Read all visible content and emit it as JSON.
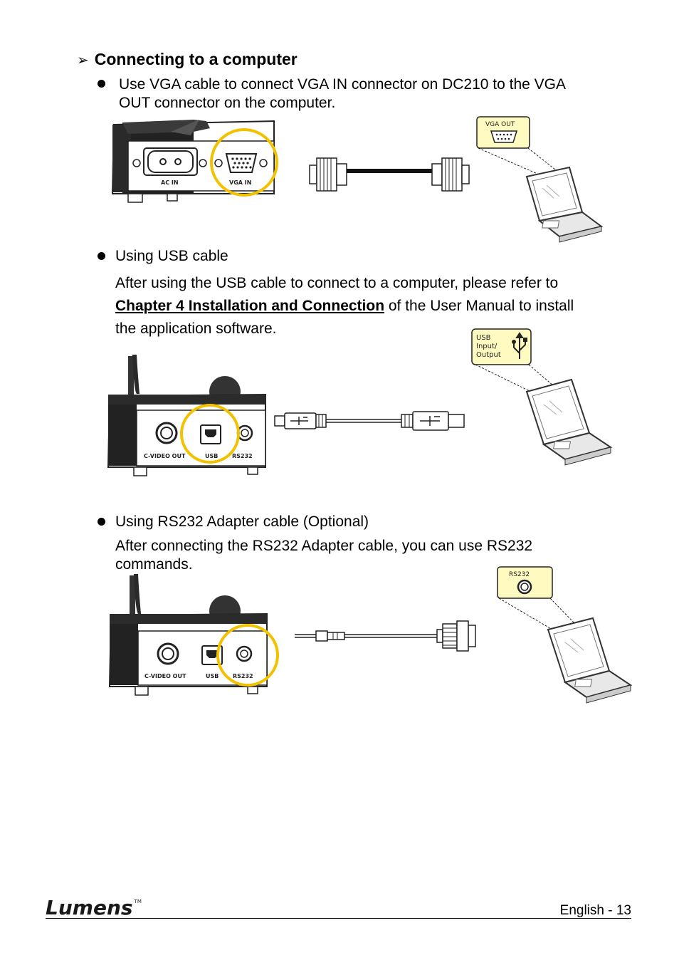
{
  "section": {
    "arrow": "➢",
    "title": "Connecting to a computer"
  },
  "vga": {
    "text_line1": "Use VGA cable to connect VGA IN connector on DC210 to the VGA",
    "text_line2": "OUT connector on the computer.",
    "port_label_ac": "AC IN",
    "port_label_vga": "VGA IN",
    "callout_label": "VGA OUT"
  },
  "usb": {
    "title": "Using USB cable",
    "para_before": "After using the USB cable to connect to a computer, please refer to",
    "link": "Chapter 4 Installation and Connection",
    "para_after": " of the User Manual to install",
    "para_last": "the application software.",
    "port_label_cvideo": "C-VIDEO OUT",
    "port_label_usb": "USB",
    "port_label_rs232": "RS232",
    "callout_line1": "USB",
    "callout_line2": "Input/",
    "callout_line3": "Output"
  },
  "rs232": {
    "title": "Using RS232 Adapter cable (Optional)",
    "para_line1": "After connecting the RS232 Adapter cable, you can use RS232",
    "para_line2": "commands.",
    "port_label_cvideo": "C-VIDEO OUT",
    "port_label_usb": "USB",
    "port_label_rs232": "RS232",
    "callout_label": "RS232"
  },
  "footer": {
    "brand": "Lumens",
    "trademark": "TM",
    "page": "English - 13"
  },
  "colors": {
    "highlight": "#f2c200",
    "callout_fill": "#fffbc0"
  }
}
